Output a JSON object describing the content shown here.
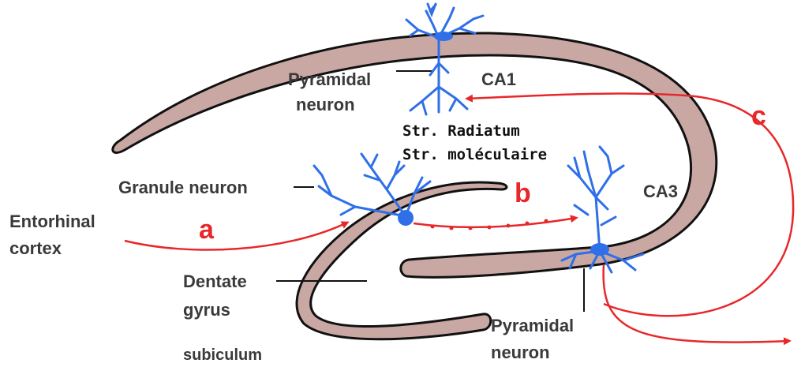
{
  "labels": {
    "pyramidal_top_line1": "Pyramidal",
    "pyramidal_top_line2": "neuron",
    "ca1": "CA1",
    "str_radiatum": "Str. Radiatum",
    "str_moleculaire": "Str. moléculaire",
    "granule_neuron": "Granule neuron",
    "entorhinal_line1": "Entorhinal",
    "entorhinal_line2": "cortex",
    "path_a": "a",
    "path_b": "b",
    "path_c": "c",
    "ca3": "CA3",
    "dentate_line1": "Dentate",
    "dentate_line2": "gyrus",
    "subiculum": "subiculum",
    "pyramidal_bottom_line1": "Pyramidal",
    "pyramidal_bottom_line2": "neuron"
  },
  "colors": {
    "tissue_fill": "#c9a8a4",
    "tissue_stroke": "#111111",
    "neuron": "#2f6fe8",
    "pathway": "#e8272a",
    "text": "#3a3a3a"
  }
}
